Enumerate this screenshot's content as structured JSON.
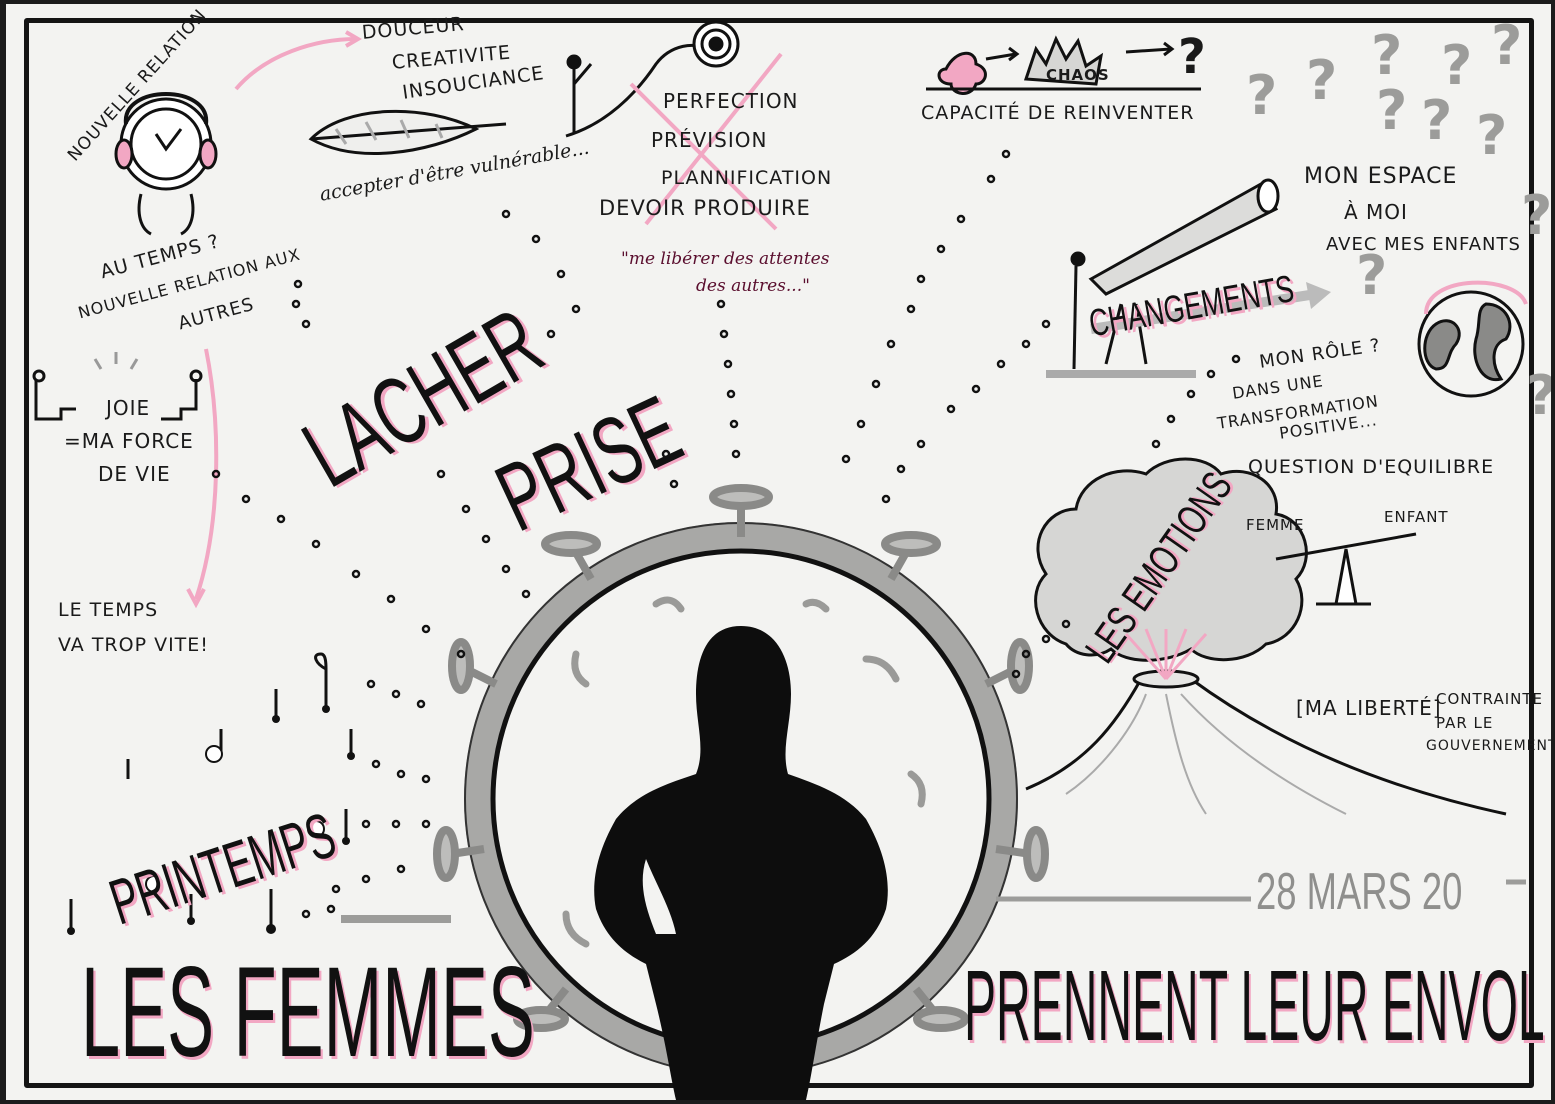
{
  "title": {
    "left": "LES FEMMES",
    "right": "PRENNENT LEUR ENVOL",
    "date": "28 MARS 20"
  },
  "lacher_prise": {
    "line1": "LACHER",
    "line2": "PRISE"
  },
  "top_left": {
    "nouvelle_relation": "NOUVELLE RELATION",
    "au_temps_line1": "AU TEMPS ?",
    "au_temps_line2": "NOUVELLE RELATION AUX",
    "au_temps_line3": "AUTRES"
  },
  "feather": {
    "line1": "DOUCEUR",
    "line2": "CREATIVITE",
    "line3": "INSOUCIANCE",
    "caption": "accepter d'être vulnérable..."
  },
  "perfection": {
    "line1": "PERFECTION",
    "line2": "PRÉVISION",
    "line3": "PLANNIFICATION",
    "line4": "DEVOIR PRODUIRE",
    "quote_line1": "\"me libérer des attentes",
    "quote_line2": "des autres...\""
  },
  "chaos": {
    "label": "CHAOS",
    "question": "?",
    "caption": "CAPACITÉ DE REINVENTER"
  },
  "espace": {
    "line1": "MON ESPACE",
    "line2": "À MOI",
    "line3": "AVEC MES ENFANTS"
  },
  "changements": {
    "label": "CHANGEMENTS"
  },
  "role": {
    "line1": "MON RÔLE ?",
    "line2": "DANS UNE",
    "line3": "TRANSFORMATION",
    "line4": "POSITIVE..."
  },
  "joie": {
    "line1": "JOIE",
    "line2": "=MA FORCE",
    "line3": "DE VIE"
  },
  "temps": {
    "line1": "LE TEMPS",
    "line2": "VA TROP VITE!"
  },
  "printemps": {
    "label": "PRINTEMPS"
  },
  "equilibre": {
    "title": "QUESTION D'EQUILIBRE",
    "femme": "FEMME",
    "enfant": "ENFANT"
  },
  "emotions": {
    "label": "LES EMOTIONS"
  },
  "liberte": {
    "label": "[MA LIBERTÉ]",
    "line1": "CONTRAINTE",
    "line2": "PAR LE",
    "line3": "GOUVERNEMENT"
  },
  "colors": {
    "pink": "#f2a7c3",
    "ink": "#141414",
    "grey": "#9c9c9a",
    "paper": "#f3f3f1"
  }
}
